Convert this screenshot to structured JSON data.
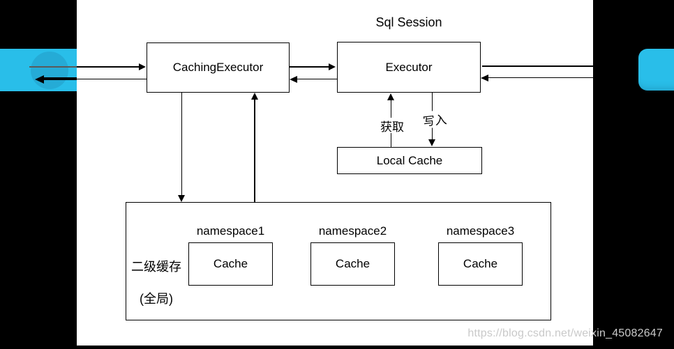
{
  "diagram": {
    "title": "Sql Session",
    "nodes": {
      "caching_executor": "CachingExecutor",
      "executor": "Executor",
      "local_cache": "Local Cache",
      "l2_cache_line1": "二级缓存",
      "l2_cache_line2": "(全局)",
      "get_label": "获取",
      "write_label": "写入"
    },
    "namespaces": [
      {
        "label": "namespace1",
        "cache_label": "Cache"
      },
      {
        "label": "namespace2",
        "cache_label": "Cache"
      },
      {
        "label": "namespace3",
        "cache_label": "Cache"
      }
    ]
  },
  "watermark": "https://blog.csdn.net/weixin_45082647",
  "colors": {
    "accent_cyan": "#29bee9",
    "letterbox_black": "#000000",
    "diagram_line": "#000000",
    "watermark_gray": "#c9c9c9"
  }
}
